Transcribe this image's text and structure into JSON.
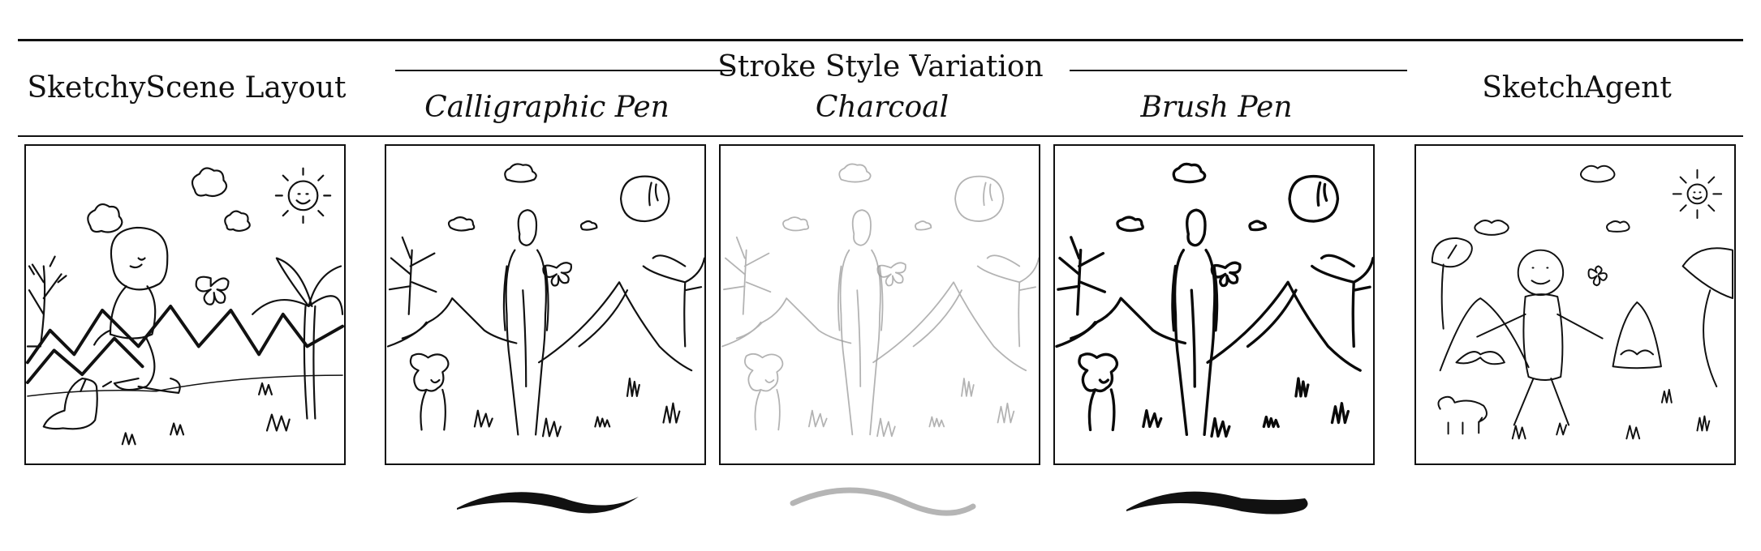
{
  "header": {
    "layout_title": "SketchyScene Layout",
    "group_title": "Stroke Style Variation",
    "agent_title": "SketchAgent"
  },
  "styles": [
    {
      "label": "Calligraphic Pen",
      "color": "#111111",
      "opacity": 1.0,
      "width": 2.2
    },
    {
      "label": "Charcoal",
      "color": "#9a9a9a",
      "opacity": 0.75,
      "width": 1.8
    },
    {
      "label": "Brush Pen",
      "color": "#0a0a0a",
      "opacity": 1.0,
      "width": 3.4
    }
  ],
  "colors": {
    "ink": "#111111",
    "border": "#111111",
    "background": "#ffffff"
  },
  "panels": [
    {
      "name": "sketchyscene-panel",
      "depicts": [
        "sun-icon",
        "cloud-icon",
        "tree-icon",
        "palm-tree-icon",
        "mountain-icon",
        "girl-icon",
        "dog-icon",
        "butterfly-icon",
        "grass-icon"
      ]
    },
    {
      "name": "calligraphic-pen-panel",
      "depicts": [
        "moon-icon",
        "cloud-icon",
        "tree-icon",
        "mountain-icon",
        "person-icon",
        "dog-icon",
        "butterfly-icon",
        "grass-icon"
      ]
    },
    {
      "name": "charcoal-panel",
      "depicts": [
        "moon-icon",
        "cloud-icon",
        "tree-icon",
        "mountain-icon",
        "person-icon",
        "dog-icon",
        "butterfly-icon",
        "grass-icon"
      ]
    },
    {
      "name": "brush-pen-panel",
      "depicts": [
        "moon-icon",
        "cloud-icon",
        "tree-icon",
        "mountain-icon",
        "person-icon",
        "dog-icon",
        "butterfly-icon",
        "grass-icon"
      ]
    },
    {
      "name": "sketchagent-panel",
      "depicts": [
        "sun-icon",
        "cloud-icon",
        "tree-icon",
        "mountain-icon",
        "stick-figure-icon",
        "dog-icon",
        "butterfly-icon",
        "grass-icon"
      ]
    }
  ]
}
